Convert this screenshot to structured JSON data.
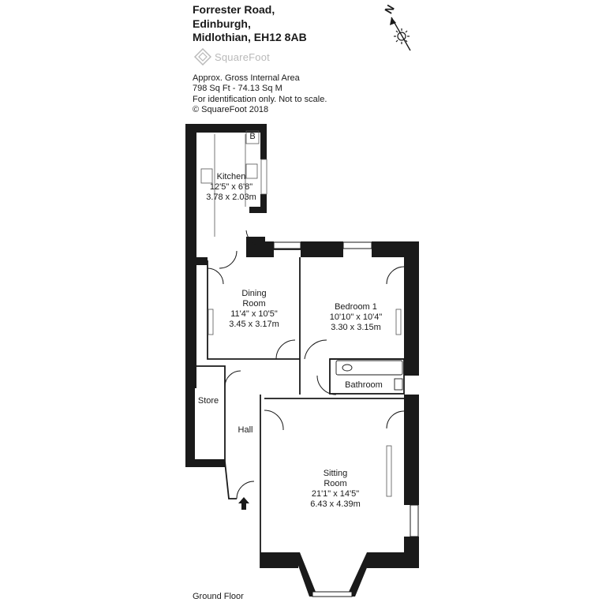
{
  "address": {
    "line1": "Forrester Road,",
    "line2": "Edinburgh,",
    "line3": "Midlothian, EH12 8AB"
  },
  "brand": {
    "name": "SquareFoot"
  },
  "area": {
    "line1": "Approx. Gross Internal Area",
    "line2": "798 Sq Ft  -  74.13 Sq M",
    "line3": "For identification only. Not to scale.",
    "line4": "© SquareFoot 2018"
  },
  "compass": {
    "north_label": "N"
  },
  "rooms": {
    "kitchen": {
      "name": "Kitchen",
      "imperial": "12'5\" x 6'8\"",
      "metric": "3.78 x 2.03m",
      "boiler_label": "B"
    },
    "dining": {
      "name1": "Dining",
      "name2": "Room",
      "imperial": "11'4\" x 10'5\"",
      "metric": "3.45 x 3.17m"
    },
    "bedroom": {
      "name": "Bedroom 1",
      "imperial": "10'10\" x 10'4\"",
      "metric": "3.30 x 3.15m"
    },
    "bathroom": {
      "name": "Bathroom"
    },
    "store": {
      "name": "Store"
    },
    "hall": {
      "name": "Hall"
    },
    "sitting": {
      "name1": "Sitting",
      "name2": "Room",
      "imperial": "21'1\" x 14'5\"",
      "metric": "6.43 x 4.39m"
    }
  },
  "floor": {
    "label": "Ground Floor"
  },
  "colors": {
    "wall": "#1a1a1a",
    "logo": "#b9b9b9"
  }
}
